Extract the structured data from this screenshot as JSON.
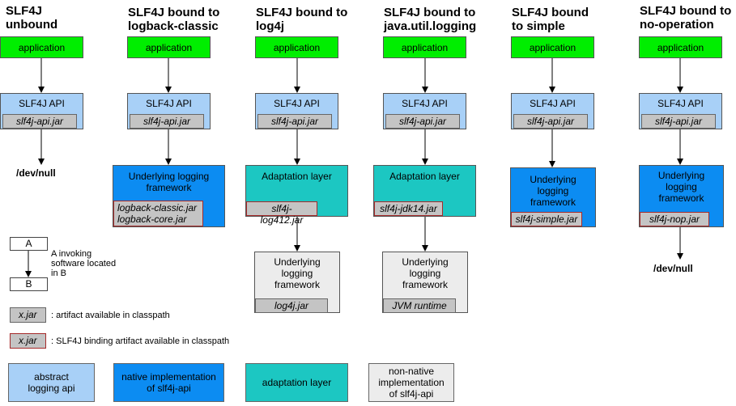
{
  "columns": [
    {
      "title": "SLF4J\nunbound",
      "application": "application",
      "api": {
        "label": "SLF4J API",
        "jar": "slf4j-api.jar"
      },
      "end": "/dev/null"
    },
    {
      "title": "SLF4J bound to\nlogback-classic",
      "application": "application",
      "api": {
        "label": "SLF4J API",
        "jar": "slf4j-api.jar"
      },
      "native": {
        "label": "Underlying logging\nframework",
        "jar": "logback-classic.jar\nlogback-core.jar"
      }
    },
    {
      "title": "SLF4J bound to\nlog4j",
      "application": "application",
      "api": {
        "label": "SLF4J API",
        "jar": "slf4j-api.jar"
      },
      "adaptation": {
        "label": "Adaptation layer",
        "jar": "slf4j-log412.jar"
      },
      "nonnative": {
        "label": "Underlying\nlogging\nframework",
        "jar": "log4j.jar"
      }
    },
    {
      "title": "SLF4J bound to\njava.util.logging",
      "application": "application",
      "api": {
        "label": "SLF4J API",
        "jar": "slf4j-api.jar"
      },
      "adaptation": {
        "label": "Adaptation layer",
        "jar": "slf4j-jdk14.jar"
      },
      "nonnative": {
        "label": "Underlying\nlogging\nframework",
        "jar": "JVM runtime"
      }
    },
    {
      "title": "SLF4J bound\nto simple",
      "application": "application",
      "api": {
        "label": "SLF4J API",
        "jar": "slf4j-api.jar"
      },
      "native": {
        "label": "Underlying\nlogging\nframework",
        "jar": "slf4j-simple.jar"
      }
    },
    {
      "title": "SLF4J bound to\nno-operation",
      "application": "application",
      "api": {
        "label": "SLF4J API",
        "jar": "slf4j-api.jar"
      },
      "native": {
        "label": "Underlying\nlogging\nframework",
        "jar": "slf4j-nop.jar"
      },
      "end": "/dev/null"
    }
  ],
  "legend": {
    "invoke": {
      "a": "A",
      "b": "B",
      "text": "A invoking\nsoftware located\nin B"
    },
    "artifact": {
      "jar": "x.jar",
      "text": ": artifact available in classpath"
    },
    "binding": {
      "jar": "x.jar",
      "text": ": SLF4J binding artifact available in classpath"
    },
    "colors": {
      "abstract": "abstract\nlogging api",
      "native": "native implementation\nof slf4j-api",
      "adaptation": "adaptation layer",
      "nonnative": "non-native\nimplementation\nof slf4j-api"
    }
  },
  "palette": {
    "application": "#00ee00",
    "api": "#a8d0f7",
    "native": "#0c8cf2",
    "adaptation": "#1cc7c2",
    "nonnative": "#ececec",
    "jar": "#c4c4c4",
    "binding_border": "#a52a2a"
  }
}
